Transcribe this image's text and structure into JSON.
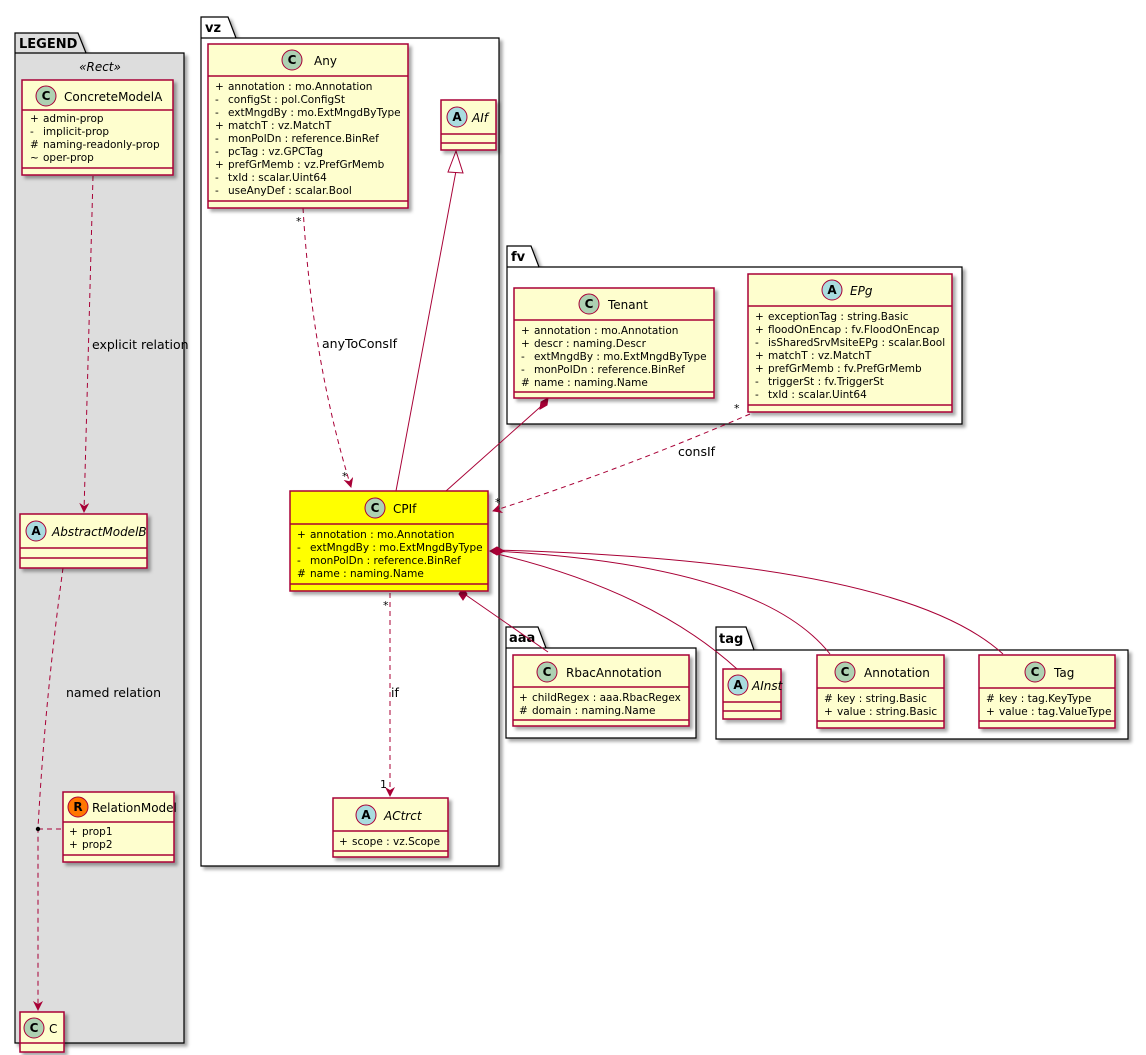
{
  "diagram": {
    "packages": {
      "legend": "LEGEND",
      "vz": "vz",
      "fv": "fv",
      "aaa": "aaa",
      "tag": "tag"
    },
    "legend": {
      "stereotype": "«Rect»",
      "concrete_model": {
        "kind": "C",
        "name": "ConcreteModelA",
        "attributes": [
          {
            "vis": "+",
            "text": "admin-prop"
          },
          {
            "vis": "-",
            "text": "implicit-prop"
          },
          {
            "vis": "#",
            "text": "naming-readonly-prop"
          },
          {
            "vis": "~",
            "text": "oper-prop"
          }
        ]
      },
      "abstract_model": {
        "kind": "A",
        "name": "AbstractModelB"
      },
      "relation_model": {
        "kind": "R",
        "name": "RelationModel",
        "attributes": [
          {
            "vis": "+",
            "text": "prop1"
          },
          {
            "vis": "+",
            "text": "prop2"
          }
        ]
      },
      "c_model": {
        "kind": "C",
        "name": "C"
      },
      "explicit_relation": "explicit relation",
      "named_relation": "named relation"
    },
    "classes": {
      "any": {
        "kind": "C",
        "name": "Any",
        "attributes": [
          {
            "vis": "+",
            "text": "annotation : mo.Annotation"
          },
          {
            "vis": "-",
            "text": "configSt : pol.ConfigSt"
          },
          {
            "vis": "-",
            "text": "extMngdBy : mo.ExtMngdByType"
          },
          {
            "vis": "+",
            "text": "matchT : vz.MatchT"
          },
          {
            "vis": "-",
            "text": "monPolDn : reference.BinRef"
          },
          {
            "vis": "-",
            "text": "pcTag : vz.GPCTag"
          },
          {
            "vis": "+",
            "text": "prefGrMemb : vz.PrefGrMemb"
          },
          {
            "vis": "-",
            "text": "txId : scalar.Uint64"
          },
          {
            "vis": "-",
            "text": "useAnyDef : scalar.Bool"
          }
        ]
      },
      "aif": {
        "kind": "A",
        "name": "AIf"
      },
      "cpif": {
        "kind": "C",
        "name": "CPIf",
        "fill": "#ffff00",
        "attributes": [
          {
            "vis": "+",
            "text": "annotation : mo.Annotation"
          },
          {
            "vis": "-",
            "text": "extMngdBy : mo.ExtMngdByType"
          },
          {
            "vis": "-",
            "text": "monPolDn : reference.BinRef"
          },
          {
            "vis": "#",
            "text": "name : naming.Name"
          }
        ]
      },
      "actrct": {
        "kind": "A",
        "name": "ACtrct",
        "attributes": [
          {
            "vis": "+",
            "text": "scope : vz.Scope"
          }
        ]
      },
      "tenant": {
        "kind": "C",
        "name": "Tenant",
        "attributes": [
          {
            "vis": "+",
            "text": "annotation : mo.Annotation"
          },
          {
            "vis": "+",
            "text": "descr : naming.Descr"
          },
          {
            "vis": "-",
            "text": "extMngdBy : mo.ExtMngdByType"
          },
          {
            "vis": "-",
            "text": "monPolDn : reference.BinRef"
          },
          {
            "vis": "#",
            "text": "name : naming.Name"
          }
        ]
      },
      "epg": {
        "kind": "A",
        "name": "EPg",
        "attributes": [
          {
            "vis": "+",
            "text": "exceptionTag : string.Basic"
          },
          {
            "vis": "+",
            "text": "floodOnEncap : fv.FloodOnEncap"
          },
          {
            "vis": "-",
            "text": "isSharedSrvMsiteEPg : scalar.Bool"
          },
          {
            "vis": "+",
            "text": "matchT : vz.MatchT"
          },
          {
            "vis": "+",
            "text": "prefGrMemb : fv.PrefGrMemb"
          },
          {
            "vis": "-",
            "text": "triggerSt : fv.TriggerSt"
          },
          {
            "vis": "-",
            "text": "txId : scalar.Uint64"
          }
        ]
      },
      "rbac": {
        "kind": "C",
        "name": "RbacAnnotation",
        "attributes": [
          {
            "vis": "+",
            "text": "childRegex : aaa.RbacRegex"
          },
          {
            "vis": "#",
            "text": "domain : naming.Name"
          }
        ]
      },
      "ainst": {
        "kind": "A",
        "name": "AInst"
      },
      "annotation": {
        "kind": "C",
        "name": "Annotation",
        "attributes": [
          {
            "vis": "#",
            "text": "key : string.Basic"
          },
          {
            "vis": "+",
            "text": "value : string.Basic"
          }
        ]
      },
      "tag": {
        "kind": "C",
        "name": "Tag",
        "attributes": [
          {
            "vis": "#",
            "text": "key : tag.KeyType"
          },
          {
            "vis": "+",
            "text": "value : tag.ValueType"
          }
        ]
      }
    },
    "relations": {
      "any_to_cons_if": "anyToConsIf",
      "cons_if": "consIf",
      "if_label": "if",
      "mult_star": "*",
      "mult_one": "1"
    },
    "colors": {
      "class_fill": "#fefece",
      "class_border": "#a80036",
      "highlight_fill": "#ffff00",
      "legend_bg": "#dddddd",
      "circle_c": "#add1b2",
      "circle_a": "#a9dcdf",
      "circle_r": "#ff7700"
    }
  }
}
